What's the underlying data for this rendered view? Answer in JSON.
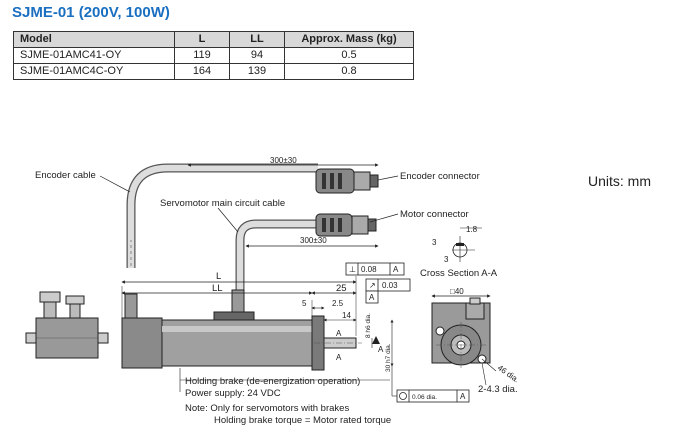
{
  "title": "SJME-01 (200V, 100W)",
  "table": {
    "headers": [
      "Model",
      "L",
      "LL",
      "Approx. Mass (kg)"
    ],
    "rows": [
      [
        "SJME-01AMC41-OY",
        "119",
        "94",
        "0.5"
      ],
      [
        "SJME-01AMC4C-OY",
        "164",
        "139",
        "0.8"
      ]
    ]
  },
  "units_label": "Units: mm",
  "labels": {
    "encoder_cable": "Encoder cable",
    "servomotor_main_circuit_cable": "Servomotor main circuit cable",
    "encoder_connector": "Encoder connector",
    "motor_connector": "Motor connector",
    "cable_length_encoder": "300±30",
    "cable_length_motor": "300±30",
    "dim_L": "L",
    "dim_LL": "LL",
    "dim_25": "25",
    "dim_5": "5",
    "dim_2_5": "2.5",
    "dim_14": "14",
    "dim_8": "8 h6 dia.",
    "dim_30": "30 h7 dia.",
    "dim_40": "□40",
    "dim_46": "46 dia.",
    "dim_hole": "2-4.3 dia.",
    "dim_1_8": "1.8",
    "dim_3a": "3",
    "dim_3b": "3",
    "tol_perp_value": "0.08",
    "tol_perp_datum": "A",
    "tol_runout_value": "0.03",
    "tol_runout_datum": "A",
    "tol_conc_value": "0.06 dia.",
    "tol_conc_datum": "A",
    "datum_a": "A",
    "section_a": "A",
    "cross_section": "Cross Section A-A",
    "holding_brake": "Holding brake (de-energization operation)",
    "power_supply": "Power supply: 24 VDC",
    "note_line1": "Note: Only for servomotors with brakes",
    "note_line2": "Holding brake torque = Motor rated torque"
  }
}
